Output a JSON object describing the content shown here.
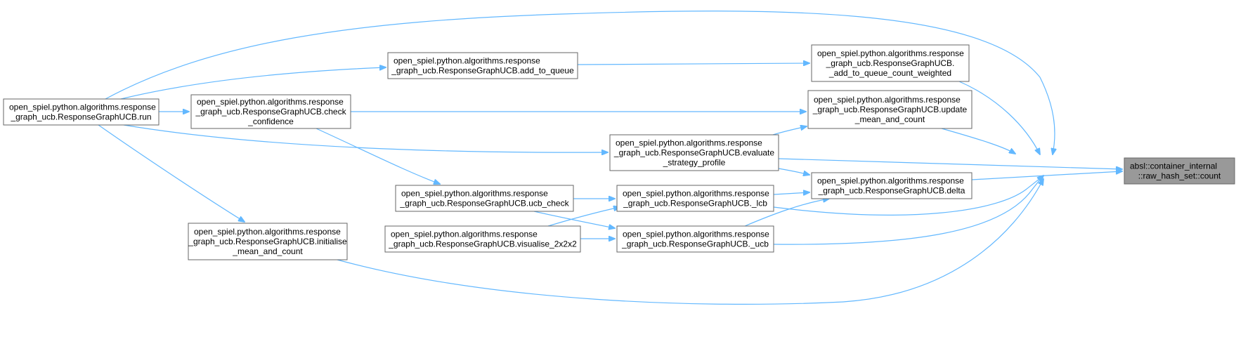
{
  "graph": {
    "edge_color": "#63b8ff",
    "focus_fill": "#999999",
    "nodes": [
      {
        "id": "count",
        "lines": [
          "absl::container_internal",
          "::raw_hash_set::count"
        ],
        "focus": true
      },
      {
        "id": "run",
        "lines": [
          "open_spiel.python.algorithms.response",
          "_graph_ucb.ResponseGraphUCB.run"
        ]
      },
      {
        "id": "add_to_queue",
        "lines": [
          "open_spiel.python.algorithms.response",
          "_graph_ucb.ResponseGraphUCB.add_to_queue"
        ]
      },
      {
        "id": "add_weighted",
        "lines": [
          "open_spiel.python.algorithms.response",
          "_graph_ucb.ResponseGraphUCB.",
          "_add_to_queue_count_weighted"
        ]
      },
      {
        "id": "check_conf",
        "lines": [
          "open_spiel.python.algorithms.response",
          "_graph_ucb.ResponseGraphUCB.check",
          "_confidence"
        ]
      },
      {
        "id": "update_mean",
        "lines": [
          "open_spiel.python.algorithms.response",
          "_graph_ucb.ResponseGraphUCB.update",
          "_mean_and_count"
        ]
      },
      {
        "id": "evaluate",
        "lines": [
          "open_spiel.python.algorithms.response",
          "_graph_ucb.ResponseGraphUCB.evaluate",
          "_strategy_profile"
        ]
      },
      {
        "id": "delta",
        "lines": [
          "open_spiel.python.algorithms.response",
          "_graph_ucb.ResponseGraphUCB.delta"
        ]
      },
      {
        "id": "ucb_check",
        "lines": [
          "open_spiel.python.algorithms.response",
          "_graph_ucb.ResponseGraphUCB.ucb_check"
        ]
      },
      {
        "id": "lcb",
        "lines": [
          "open_spiel.python.algorithms.response",
          "_graph_ucb.ResponseGraphUCB._lcb"
        ]
      },
      {
        "id": "visualise",
        "lines": [
          "open_spiel.python.algorithms.response",
          "_graph_ucb.ResponseGraphUCB.visualise_2x2x2"
        ]
      },
      {
        "id": "ucb",
        "lines": [
          "open_spiel.python.algorithms.response",
          "_graph_ucb.ResponseGraphUCB._ucb"
        ]
      },
      {
        "id": "initialise",
        "lines": [
          "open_spiel.python.algorithms.response",
          "_graph_ucb.ResponseGraphUCB.initialise",
          "_mean_and_count"
        ]
      }
    ],
    "edges": [
      {
        "from": "run",
        "to": "count"
      },
      {
        "from": "run",
        "to": "add_to_queue"
      },
      {
        "from": "add_to_queue",
        "to": "add_weighted"
      },
      {
        "from": "add_weighted",
        "to": "count"
      },
      {
        "from": "run",
        "to": "check_conf"
      },
      {
        "from": "check_conf",
        "to": "update_mean"
      },
      {
        "from": "update_mean",
        "to": "count"
      },
      {
        "from": "run",
        "to": "evaluate"
      },
      {
        "from": "evaluate",
        "to": "update_mean"
      },
      {
        "from": "evaluate",
        "to": "count"
      },
      {
        "from": "evaluate",
        "to": "delta"
      },
      {
        "from": "delta",
        "to": "count"
      },
      {
        "from": "check_conf",
        "to": "ucb_check"
      },
      {
        "from": "ucb_check",
        "to": "lcb"
      },
      {
        "from": "ucb_check",
        "to": "ucb"
      },
      {
        "from": "lcb",
        "to": "delta"
      },
      {
        "from": "lcb",
        "to": "count"
      },
      {
        "from": "ucb",
        "to": "delta"
      },
      {
        "from": "ucb",
        "to": "count"
      },
      {
        "from": "visualise",
        "to": "lcb"
      },
      {
        "from": "visualise",
        "to": "ucb"
      },
      {
        "from": "run",
        "to": "initialise"
      },
      {
        "from": "initialise",
        "to": "count"
      }
    ]
  }
}
